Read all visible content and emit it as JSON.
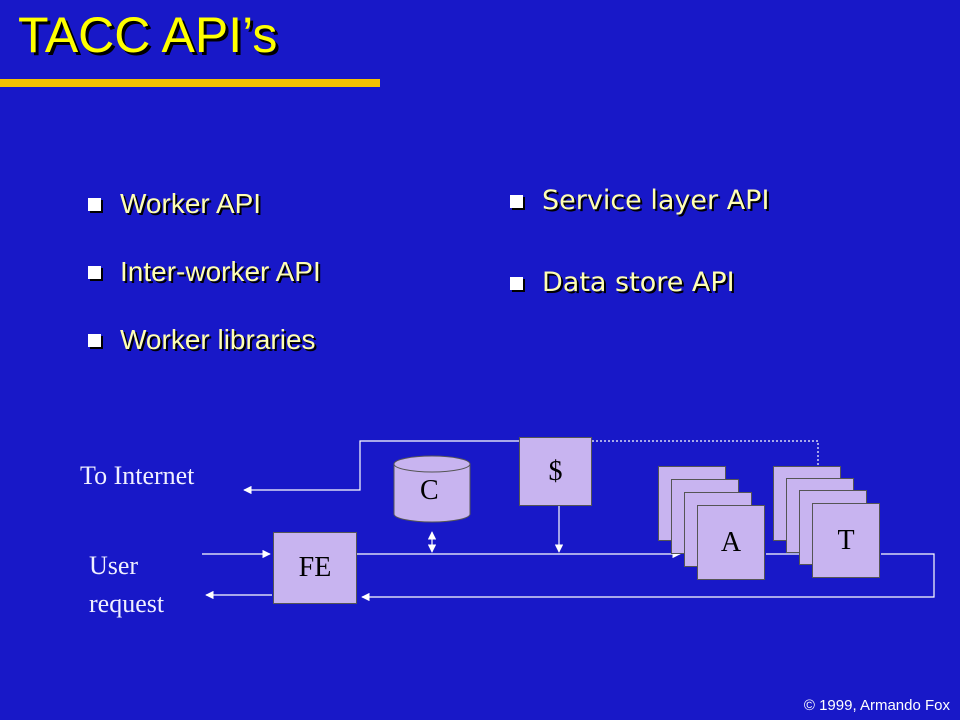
{
  "slide": {
    "title": "TACC API’s",
    "left_bullets": [
      "Worker API",
      "Inter-worker API",
      "Worker libraries"
    ],
    "right_bullets": [
      "Service layer API",
      "Data store API"
    ],
    "footer": "© 1999, Armando Fox"
  },
  "diagram": {
    "to_internet": "To Internet",
    "user_request_line1": "User",
    "user_request_line2": "request",
    "fe_label": "FE",
    "cache_label": "$",
    "db_label": "C",
    "worker_a_label": "A",
    "worker_t_label": "T"
  },
  "colors": {
    "background": "#1818c8",
    "title": "#ffff00",
    "title_rule": "#f5c200",
    "bullet_text": "#ffffb4",
    "box_fill": "#c8b4f0"
  }
}
